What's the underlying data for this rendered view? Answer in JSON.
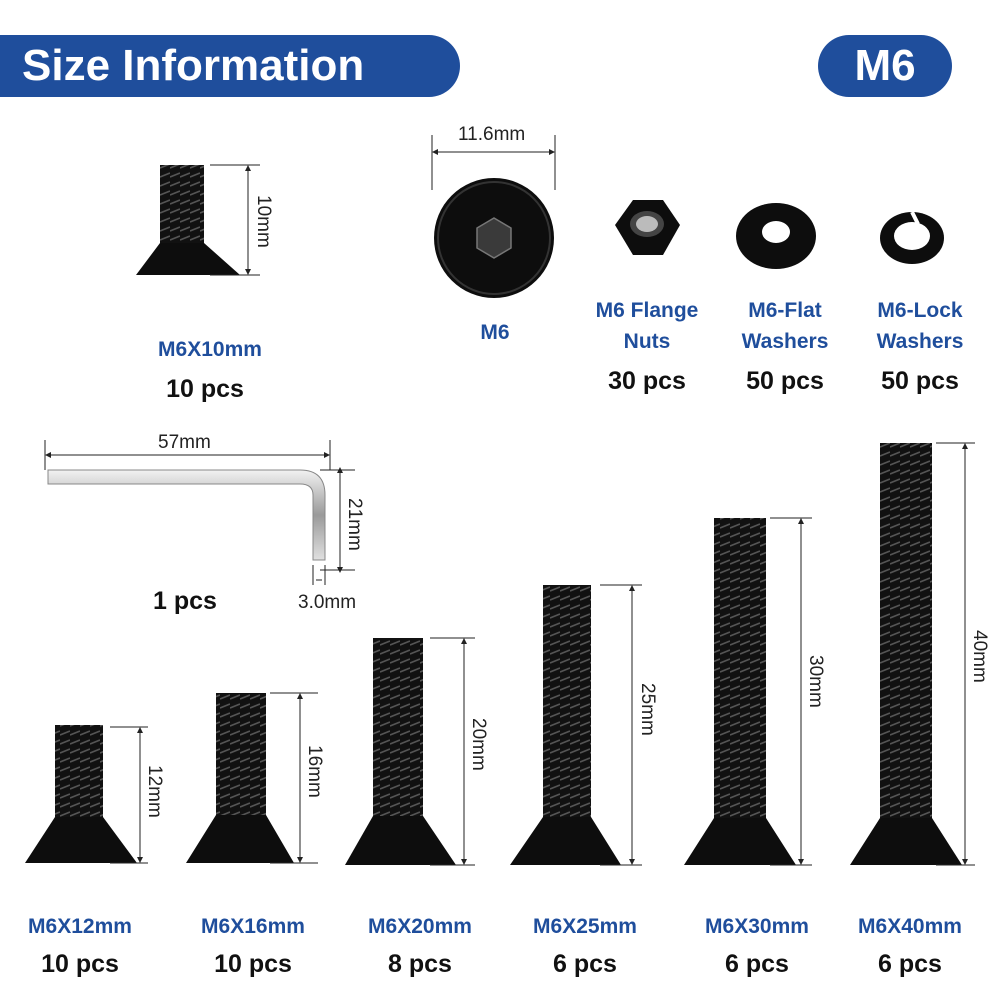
{
  "header": {
    "title": "Size Information",
    "size_badge": "M6"
  },
  "top_screw": {
    "name": "M6X10mm",
    "qty": "10 pcs",
    "length": "10mm"
  },
  "head_view": {
    "name": "M6",
    "diameter": "11.6mm"
  },
  "nuts": {
    "name_line1": "M6 Flange",
    "name_line2": "Nuts",
    "qty": "30 pcs"
  },
  "flat_washers": {
    "name_line1": "M6-Flat",
    "name_line2": "Washers",
    "qty": "50 pcs"
  },
  "lock_washers": {
    "name_line1": "M6-Lock",
    "name_line2": "Washers",
    "qty": "50 pcs"
  },
  "hex_key": {
    "qty": "1 pcs",
    "length": "57mm",
    "short_leg": "21mm",
    "thickness": "3.0mm"
  },
  "screws": [
    {
      "name": "M6X12mm",
      "qty": "10 pcs",
      "length": "12mm"
    },
    {
      "name": "M6X16mm",
      "qty": "10 pcs",
      "length": "16mm"
    },
    {
      "name": "M6X20mm",
      "qty": "8 pcs",
      "length": "20mm"
    },
    {
      "name": "M6X25mm",
      "qty": "6 pcs",
      "length": "25mm"
    },
    {
      "name": "M6X30mm",
      "qty": "6 pcs",
      "length": "30mm"
    },
    {
      "name": "M6X40mm",
      "qty": "6 pcs",
      "length": "40mm"
    }
  ],
  "colors": {
    "accent": "#1f4e9c",
    "hardware": "#0d0d0d"
  }
}
